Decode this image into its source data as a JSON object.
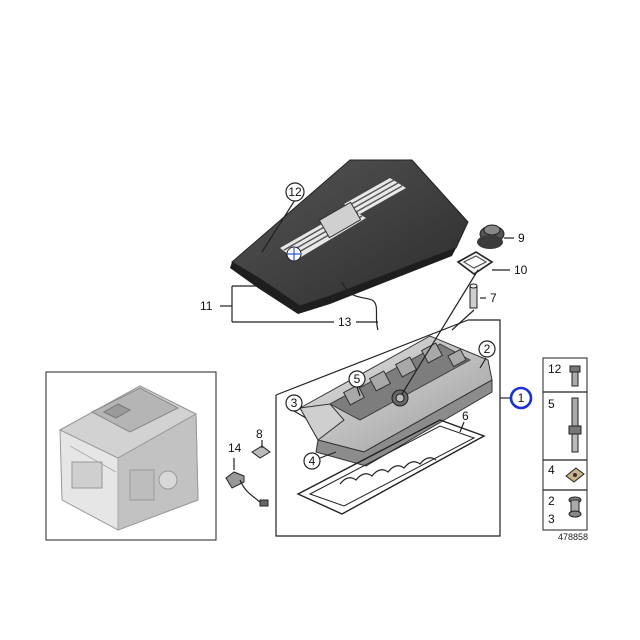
{
  "callouts": {
    "c1": "1",
    "c2": "2",
    "c3": "3",
    "c4": "4",
    "c5": "5",
    "c6": "6",
    "c7": "7",
    "c8": "8",
    "c9": "9",
    "c10": "10",
    "c11": "11",
    "c12": "12",
    "c13": "13",
    "c14": "14"
  },
  "legend": {
    "row1": "12",
    "row2": "5",
    "row3": "4",
    "row4a": "2",
    "row4b": "3"
  },
  "diagram_id": "478858",
  "colors": {
    "highlight": "#1a2fd6",
    "line": "#222222",
    "part_dark": "#3a3a3a",
    "part_mid": "#7a7a7a",
    "part_light": "#cfcfcf"
  }
}
